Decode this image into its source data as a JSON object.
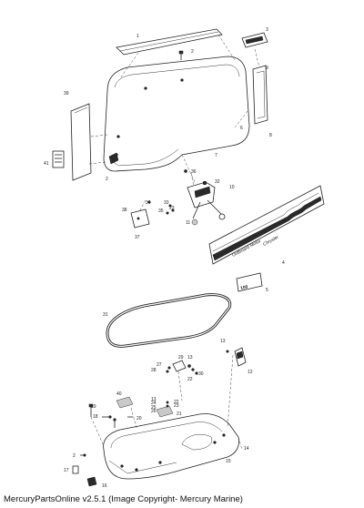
{
  "footer": {
    "caption": "MercuryPartsOnline v2.5.1 (Image Copyright- Mercury Marine)"
  },
  "decal": {
    "brand": "Chrysler",
    "sub_brand": "Outboard Motor"
  },
  "badge": {
    "number": "100"
  },
  "callouts": [
    {
      "id": "c1",
      "text": "1"
    },
    {
      "id": "c2a",
      "text": "2"
    },
    {
      "id": "c3",
      "text": "3"
    },
    {
      "id": "c4",
      "text": "4"
    },
    {
      "id": "c5",
      "text": "5"
    },
    {
      "id": "c6",
      "text": "6"
    },
    {
      "id": "c7",
      "text": "7"
    },
    {
      "id": "c8",
      "text": "8"
    },
    {
      "id": "c9",
      "text": "9"
    },
    {
      "id": "c10",
      "text": "10"
    },
    {
      "id": "c11",
      "text": "11"
    },
    {
      "id": "c12",
      "text": "12"
    },
    {
      "id": "c13",
      "text": "13"
    },
    {
      "id": "c14",
      "text": "14"
    },
    {
      "id": "c15",
      "text": "15"
    },
    {
      "id": "c16",
      "text": "16"
    },
    {
      "id": "c17",
      "text": "17"
    },
    {
      "id": "c18",
      "text": "18"
    },
    {
      "id": "c19",
      "text": "19"
    },
    {
      "id": "c20",
      "text": "20"
    },
    {
      "id": "c21",
      "text": "21"
    },
    {
      "id": "c22",
      "text": "22"
    },
    {
      "id": "c23",
      "text": "23"
    },
    {
      "id": "c24",
      "text": "24"
    },
    {
      "id": "c25",
      "text": "25"
    },
    {
      "id": "c26",
      "text": "26"
    },
    {
      "id": "c27",
      "text": "27"
    },
    {
      "id": "c28",
      "text": "28"
    },
    {
      "id": "c29",
      "text": "29"
    },
    {
      "id": "c30",
      "text": "30"
    },
    {
      "id": "c31",
      "text": "31"
    },
    {
      "id": "c32",
      "text": "32"
    },
    {
      "id": "c33",
      "text": "33"
    },
    {
      "id": "c34",
      "text": "34"
    },
    {
      "id": "c35",
      "text": "35"
    },
    {
      "id": "c36",
      "text": "36"
    },
    {
      "id": "c37",
      "text": "37"
    },
    {
      "id": "c38",
      "text": "38"
    },
    {
      "id": "c39",
      "text": "39"
    },
    {
      "id": "c40",
      "text": "40"
    },
    {
      "id": "c41",
      "text": "41"
    },
    {
      "id": "c2b",
      "text": "2"
    },
    {
      "id": "c2c",
      "text": "2"
    },
    {
      "id": "c13b",
      "text": "13"
    },
    {
      "id": "c13c",
      "text": "13"
    },
    {
      "id": "c22b",
      "text": "22"
    },
    {
      "id": "c23b",
      "text": "23"
    }
  ]
}
